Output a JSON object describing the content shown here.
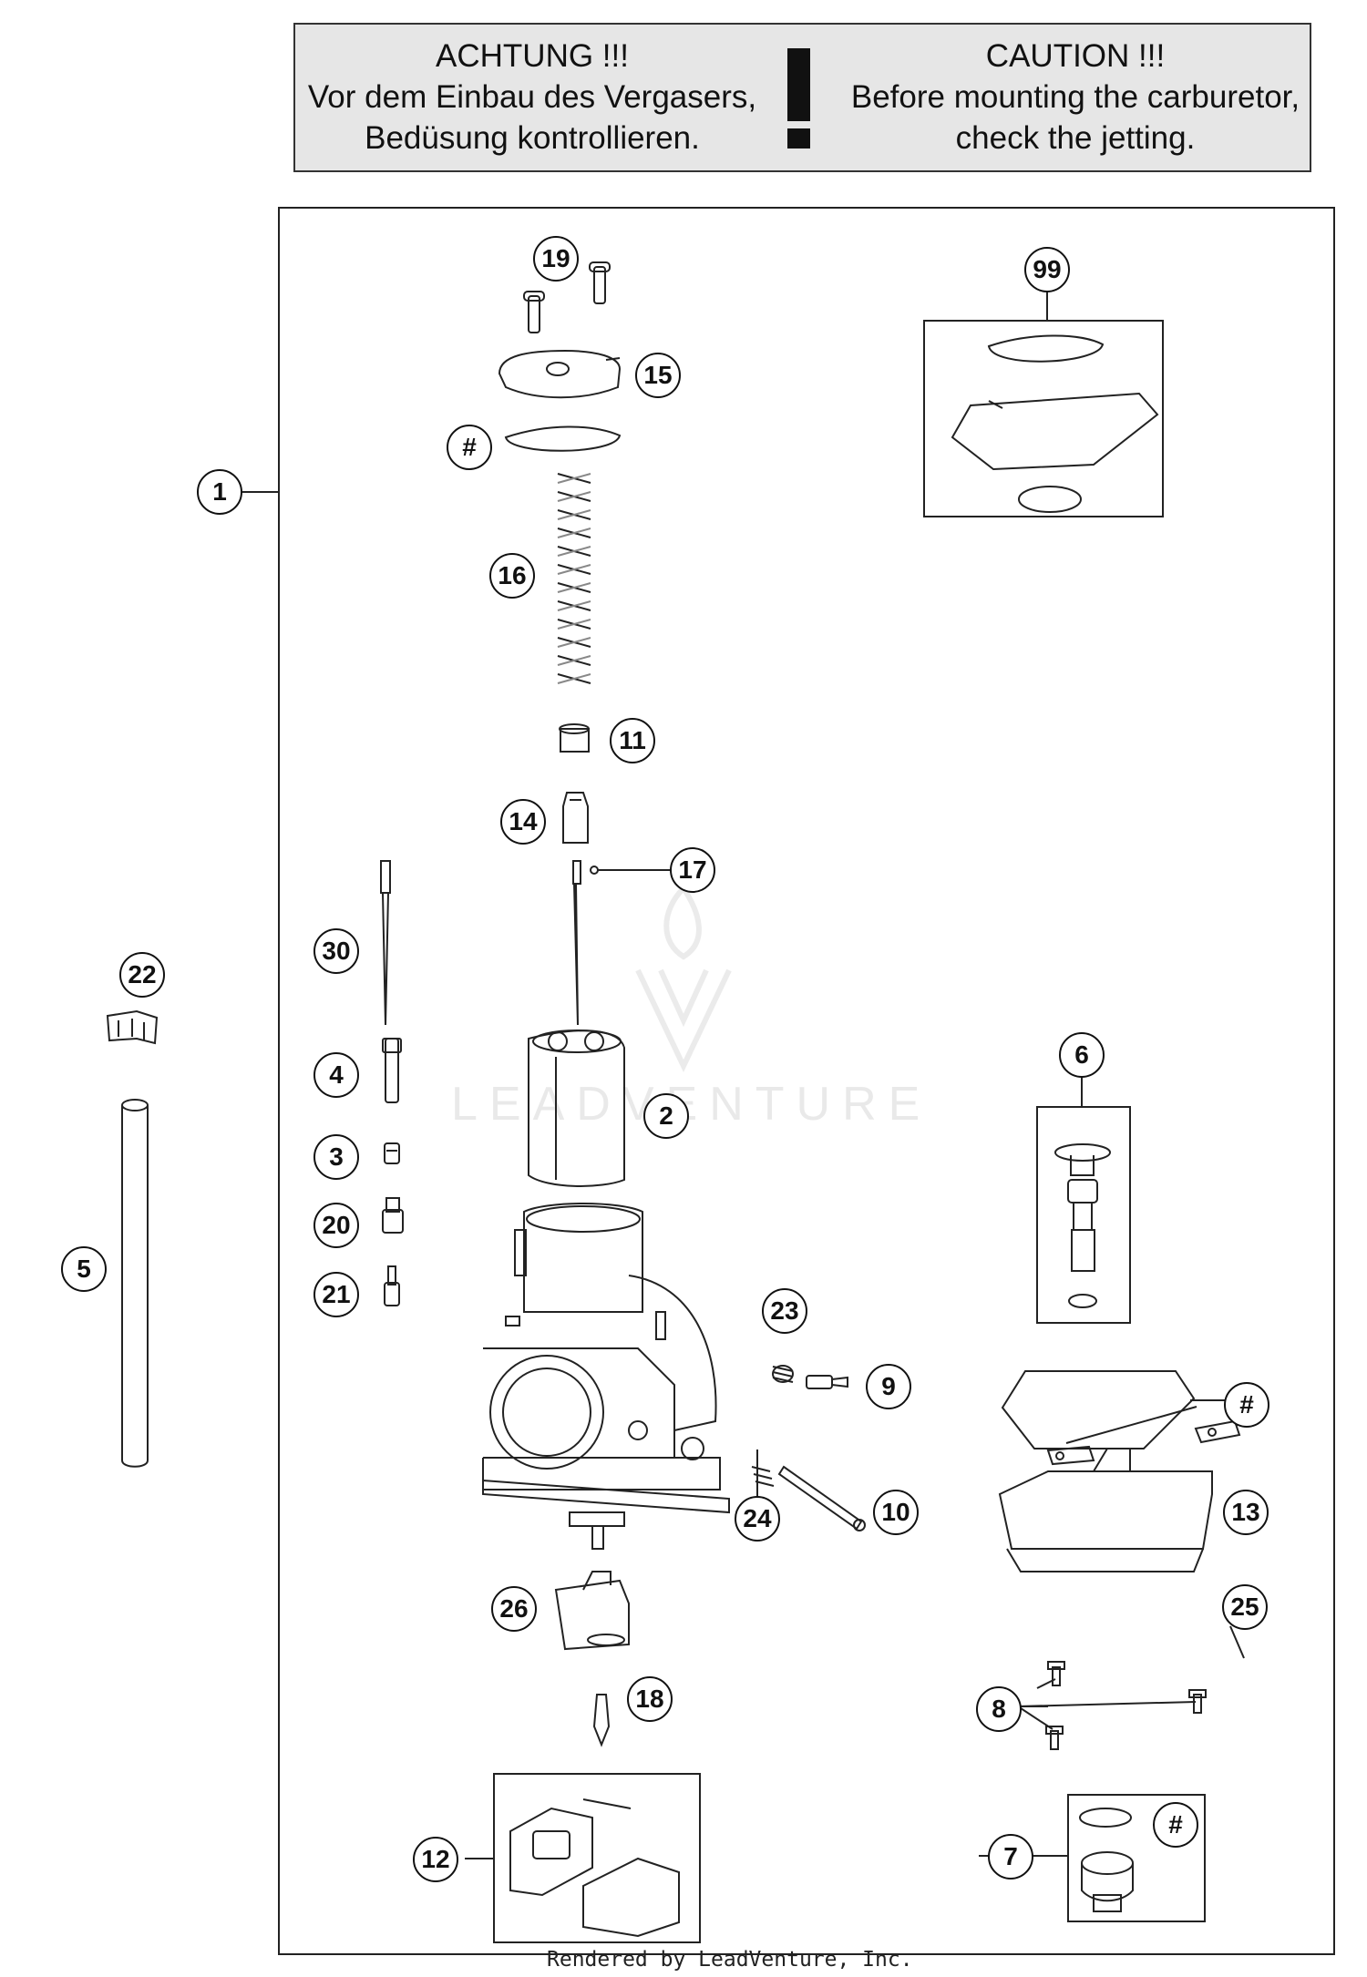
{
  "banner": {
    "german": [
      "ACHTUNG !!!",
      "Vor dem Einbau des Vergasers,",
      "Bedüsung kontrollieren."
    ],
    "english": [
      "CAUTION !!!",
      "Before mounting the carburetor,",
      "check the jetting."
    ]
  },
  "callouts": {
    "c1": "1",
    "c2": "2",
    "c3": "3",
    "c4": "4",
    "c5": "5",
    "c6": "6",
    "c7": "7",
    "c8": "8",
    "c9": "9",
    "c10": "10",
    "c11": "11",
    "c12": "12",
    "c13": "13",
    "c14": "14",
    "c15": "15",
    "c16": "16",
    "c17": "17",
    "c18": "18",
    "c19": "19",
    "c20": "20",
    "c21": "21",
    "c22": "22",
    "c23": "23",
    "c24": "24",
    "c25": "25",
    "c26": "26",
    "c30": "30",
    "c99": "99",
    "hash1": "#",
    "hash2": "#",
    "hash3": "#"
  },
  "watermark": "LEADVENTURE",
  "footer": "Rendered by LeadVenture, Inc."
}
